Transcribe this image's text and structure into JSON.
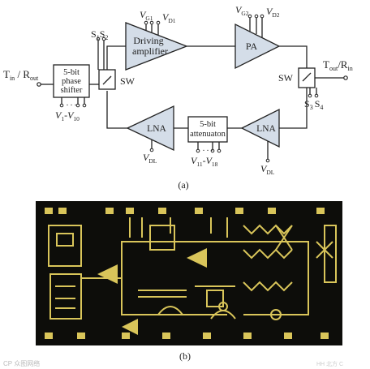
{
  "figure": {
    "panel_a": {
      "caption": "(a)",
      "blocks": {
        "phase_shifter": [
          "5-bit",
          "phase",
          "shifter"
        ],
        "driving_amplifier": [
          "Driving",
          "amplifier"
        ],
        "pa": "PA",
        "lna_left": "LNA",
        "lna_right": "LNA",
        "attenuator": [
          "5-bit",
          "attenuaton"
        ],
        "sw_left": "SW",
        "sw_right": "SW"
      },
      "labels": {
        "tin_rout": "T",
        "tin_sub": "in",
        "rout": " / R",
        "rout_sub": "out",
        "tout": "T",
        "tout_sub": "out",
        "rin": "/R",
        "rin_sub": "in",
        "s1s2": "S",
        "s1": "1",
        "s2_main": "S",
        "s2": "2",
        "s3": "S",
        "s3_sub": "3",
        "s4": "S",
        "s4_sub": "4",
        "vg1": "V",
        "vg1_sub": "G1",
        "vd1": "V",
        "vd1_sub": "D1",
        "vg2": "V",
        "vg2_sub": "G2",
        "vd2": "V",
        "vd2_sub": "D2",
        "vdl_left": "V",
        "vdl_left_sub": "DL",
        "vdl_right": "V",
        "vdl_right_sub": "DL",
        "v1_v10": "V",
        "v1_sub": "1",
        "v1_dash": "-V",
        "v10_sub": "10",
        "v11_v18": "V",
        "v11_sub": "11",
        "v11_dash": "-V",
        "v18_sub": "18",
        "dots": ". . ."
      }
    },
    "panel_b": {
      "caption": "(b)",
      "description": ""
    },
    "watermark_left": "CP 众图网络",
    "watermark_right": "HH 北方 C"
  },
  "colors": {
    "block_fill": "#d4dde8",
    "line": "#222222",
    "chip_bg": "#0d0d0a",
    "chip_gold": "#d9c55a"
  }
}
